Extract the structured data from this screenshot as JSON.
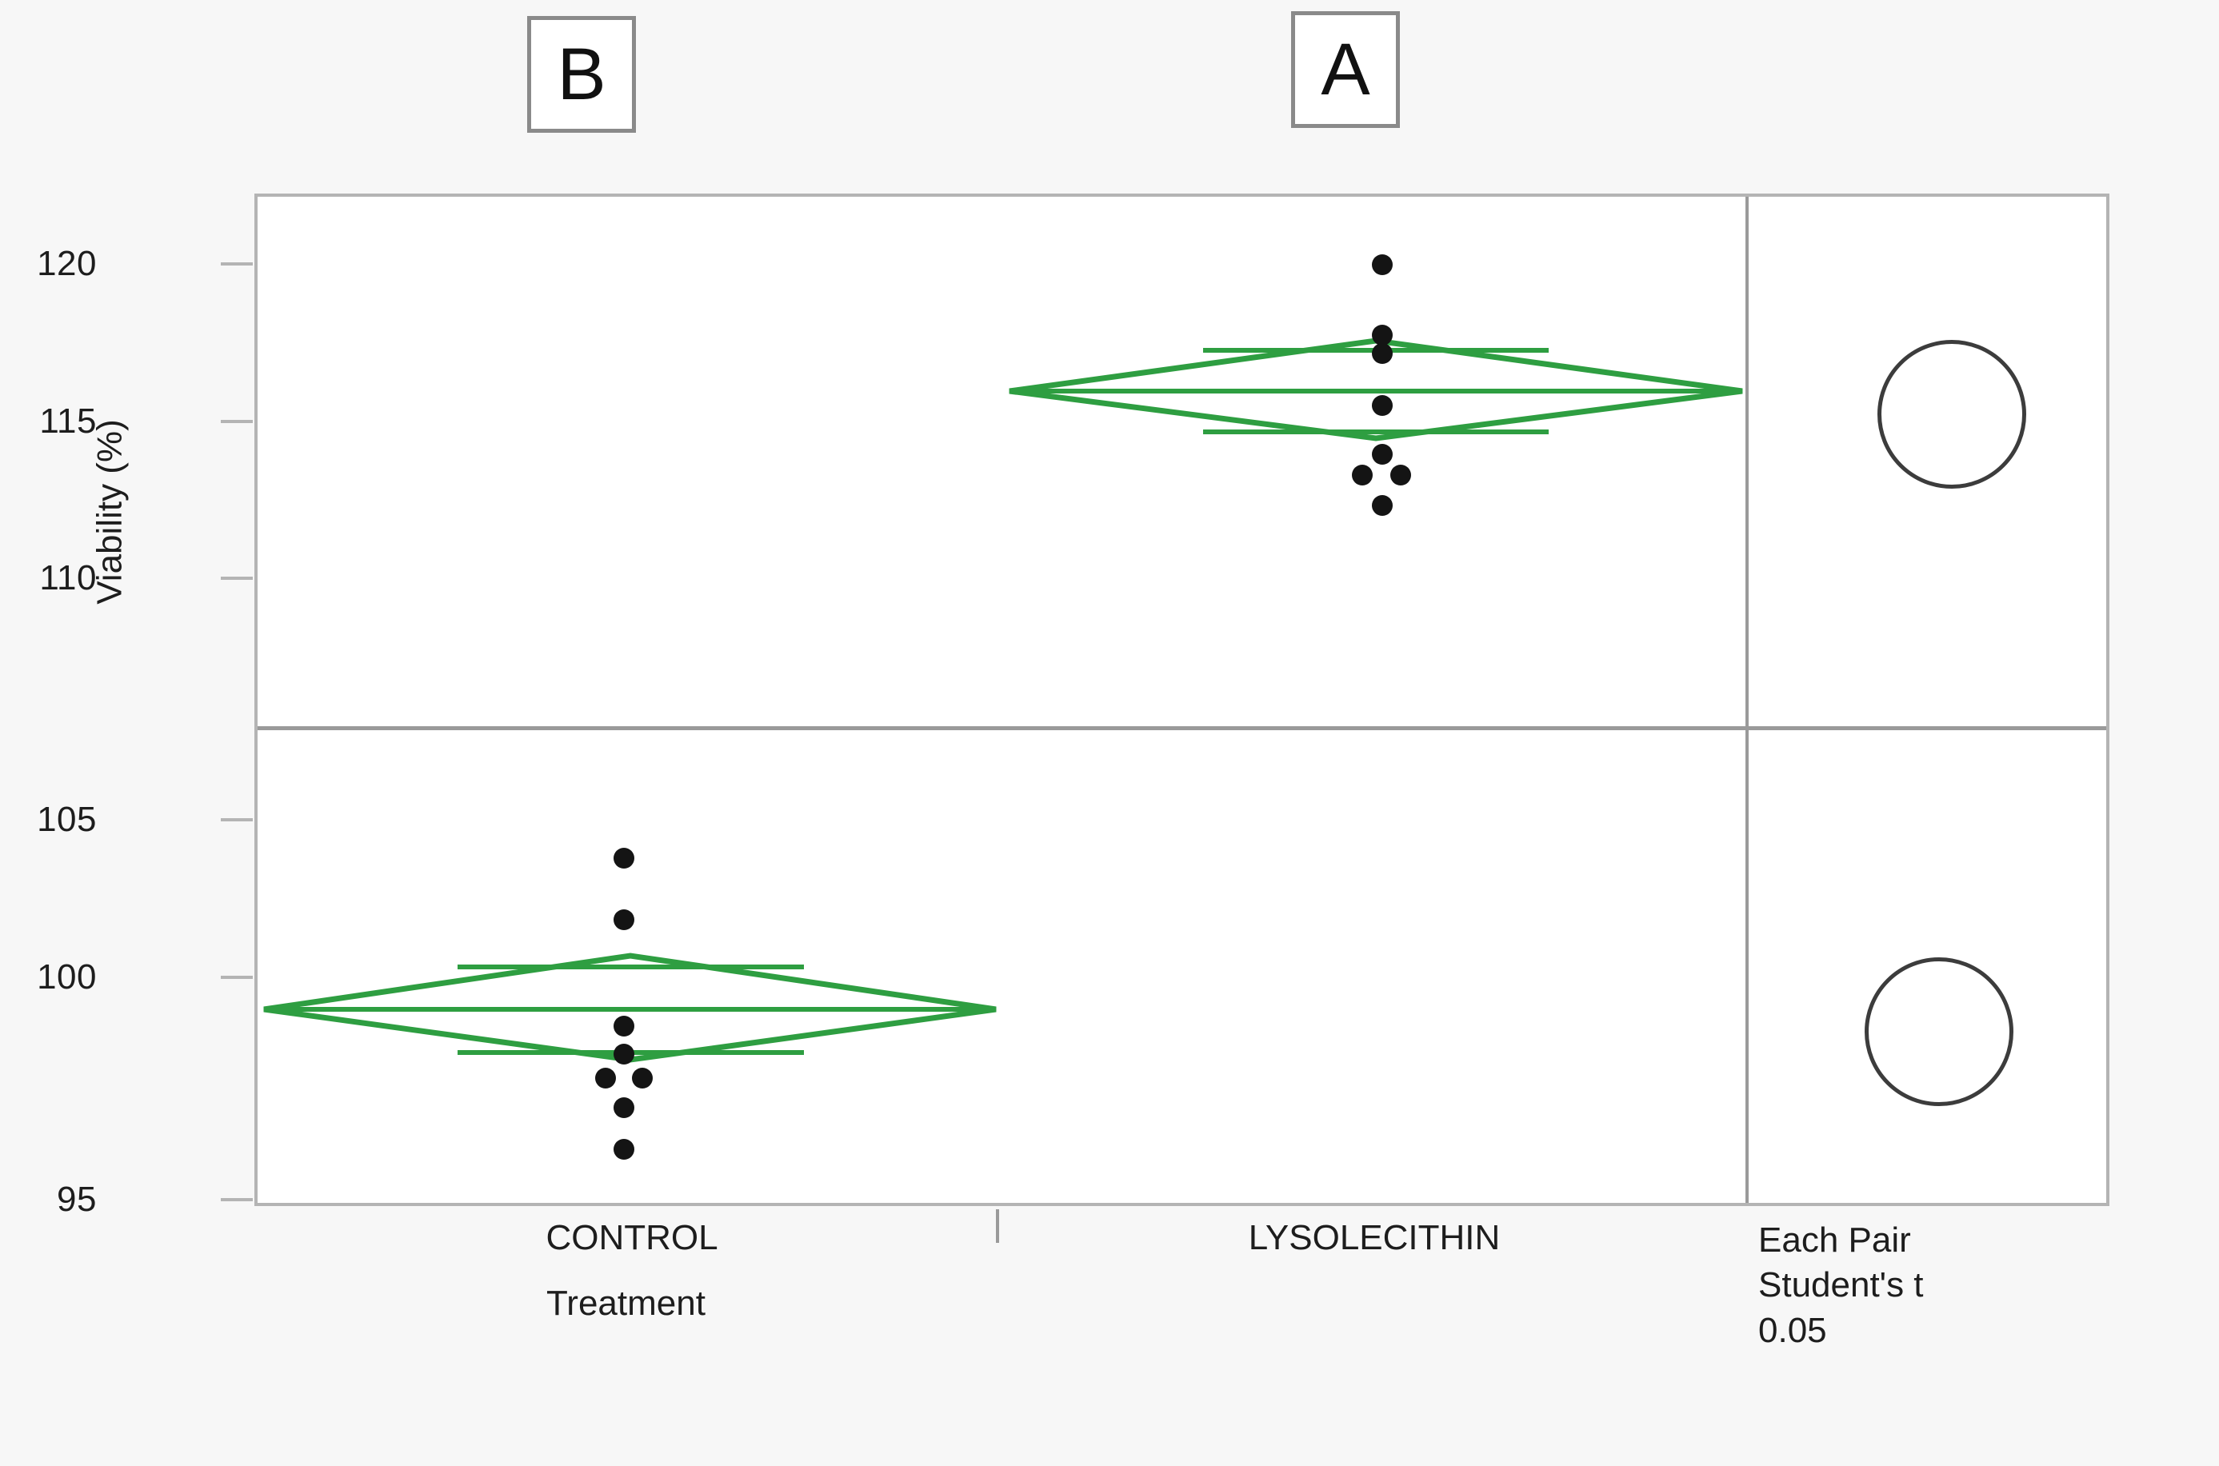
{
  "chart_data": {
    "type": "scatter",
    "title": "",
    "xlabel": "Treatment",
    "ylabel": "Viability (%)",
    "categories": [
      "CONTROL",
      "LYSOLECITHIN"
    ],
    "yticks": [
      120,
      115,
      110,
      105,
      100,
      95
    ],
    "ylim": [
      95,
      121
    ],
    "axis_break": true,
    "grid": false,
    "series": [
      {
        "name": "CONTROL",
        "group_letter": "B",
        "values": [
          103.7,
          102.0,
          99.2,
          98.3,
          97.8,
          97.7,
          97.1,
          96.4
        ],
        "mean": 99.0,
        "ci_upper": 100.7,
        "ci_lower": 97.4,
        "overlap_upper": 100.3,
        "overlap_lower": 97.6
      },
      {
        "name": "LYSOLECITHIN",
        "group_letter": "A",
        "values": [
          120.2,
          118.0,
          117.5,
          116.2,
          114.7,
          114.3,
          114.0,
          113.3
        ],
        "mean": 116.0,
        "ci_upper": 117.6,
        "ci_lower": 114.5,
        "overlap_upper": 117.3,
        "overlap_lower": 114.7
      }
    ],
    "comparison": {
      "label_lines": [
        "Each Pair",
        "Student's t",
        "0.05"
      ],
      "alpha": "0.05",
      "method": "Student's t",
      "circles": [
        {
          "group": "LYSOLECITHIN",
          "center": 116.0
        },
        {
          "group": "CONTROL",
          "center": 99.0
        }
      ]
    },
    "colors": {
      "diamond": "#2e9e41",
      "point": "#141414",
      "frame": "#b4b4b4",
      "divider": "#9a9a9a",
      "text": "#1d1d1d",
      "background": "#f7f7f7",
      "plot_background": "#ffffff"
    }
  },
  "axis": {
    "y_label": "Viability (%)",
    "x_label": "Treatment",
    "ticks": {
      "t120": "120",
      "t115": "115",
      "t110": "110",
      "t105": "105",
      "t100": "100",
      "t95": "95"
    }
  },
  "categories": {
    "control": "CONTROL",
    "lysolecithin": "LYSOLECITHIN",
    "each_pair": "Each Pair"
  },
  "group_letters": {
    "control": "B",
    "lysolecithin": "A"
  },
  "legend": {
    "line1": "Each Pair",
    "line2": "Student's t",
    "line3": "0.05"
  }
}
